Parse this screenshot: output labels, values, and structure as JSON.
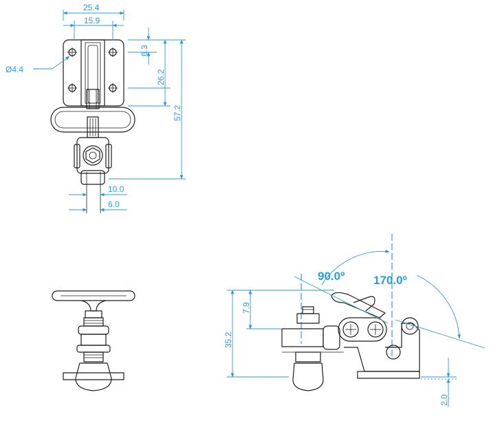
{
  "dimensions": {
    "width_outer": "25.4",
    "width_inner": "15.9",
    "hole_diameter": "Ø4.4",
    "hole_spacing": "26.2",
    "top_offset": "6.3",
    "total_height": "57.2",
    "spindle_width": "10.0",
    "spindle_inner": "6.0",
    "side_height": "35.2",
    "handle_offset": "7.9",
    "base_thickness": "2.0"
  },
  "angles": {
    "handle_open": "90.0º",
    "arm_swing": "170.0º"
  },
  "colors": {
    "dimension": "#2e9bd6",
    "outline": "#1c1c1c"
  }
}
